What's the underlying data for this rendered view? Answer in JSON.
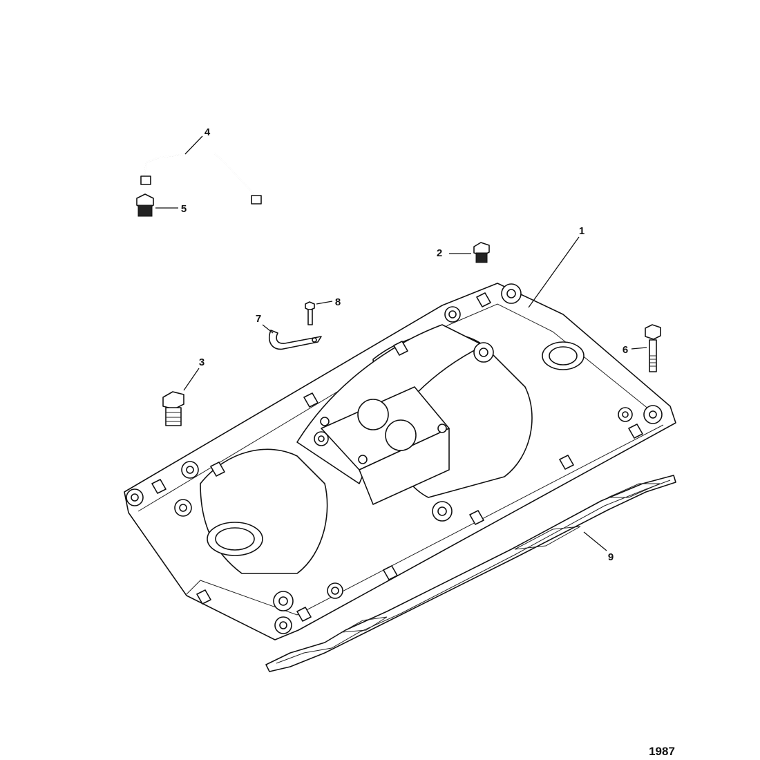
{
  "diagram": {
    "figure_number": "1987",
    "callouts": [
      {
        "id": "1",
        "label": "1",
        "part": "intake-manifold"
      },
      {
        "id": "2",
        "label": "2",
        "part": "plug"
      },
      {
        "id": "3",
        "label": "3",
        "part": "plug"
      },
      {
        "id": "4",
        "label": "4",
        "part": "tube"
      },
      {
        "id": "5",
        "label": "5",
        "part": "fitting"
      },
      {
        "id": "6",
        "label": "6",
        "part": "bolt"
      },
      {
        "id": "7",
        "label": "7",
        "part": "clamp"
      },
      {
        "id": "8",
        "label": "8",
        "part": "screw"
      },
      {
        "id": "9",
        "label": "9",
        "part": "gasket"
      }
    ]
  }
}
